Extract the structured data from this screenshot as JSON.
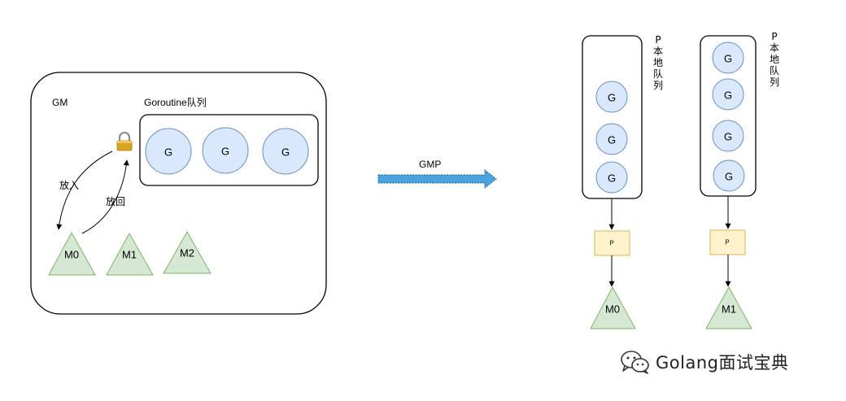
{
  "left": {
    "label": "GM",
    "queue_label": "Goroutine队列",
    "goroutines": [
      "G",
      "G",
      "G"
    ],
    "machines": [
      "M0",
      "M1",
      "M2"
    ],
    "put_in": "放入",
    "put_back": "放回"
  },
  "transition": {
    "label": "GMP"
  },
  "right": {
    "queues": [
      {
        "label": "P\n本\n地\n队\n列",
        "goroutines": [
          "G",
          "G",
          "G"
        ],
        "processor": "P",
        "machine": "M0"
      },
      {
        "label": "P\n本\n地\n队\n列",
        "goroutines": [
          "G",
          "G",
          "G",
          "G"
        ],
        "processor": "P",
        "machine": "M1"
      }
    ]
  },
  "watermark": {
    "text": "Golang面试宝典",
    "icon": "wechat-icon"
  },
  "colors": {
    "g_fill": "#dae8fc",
    "g_stroke": "#6c8ebf",
    "m_fill": "#d5e8d4",
    "m_stroke": "#82b366",
    "p_fill": "#fff2cc",
    "p_stroke": "#d6b656",
    "arrow": "#4aa3df"
  }
}
